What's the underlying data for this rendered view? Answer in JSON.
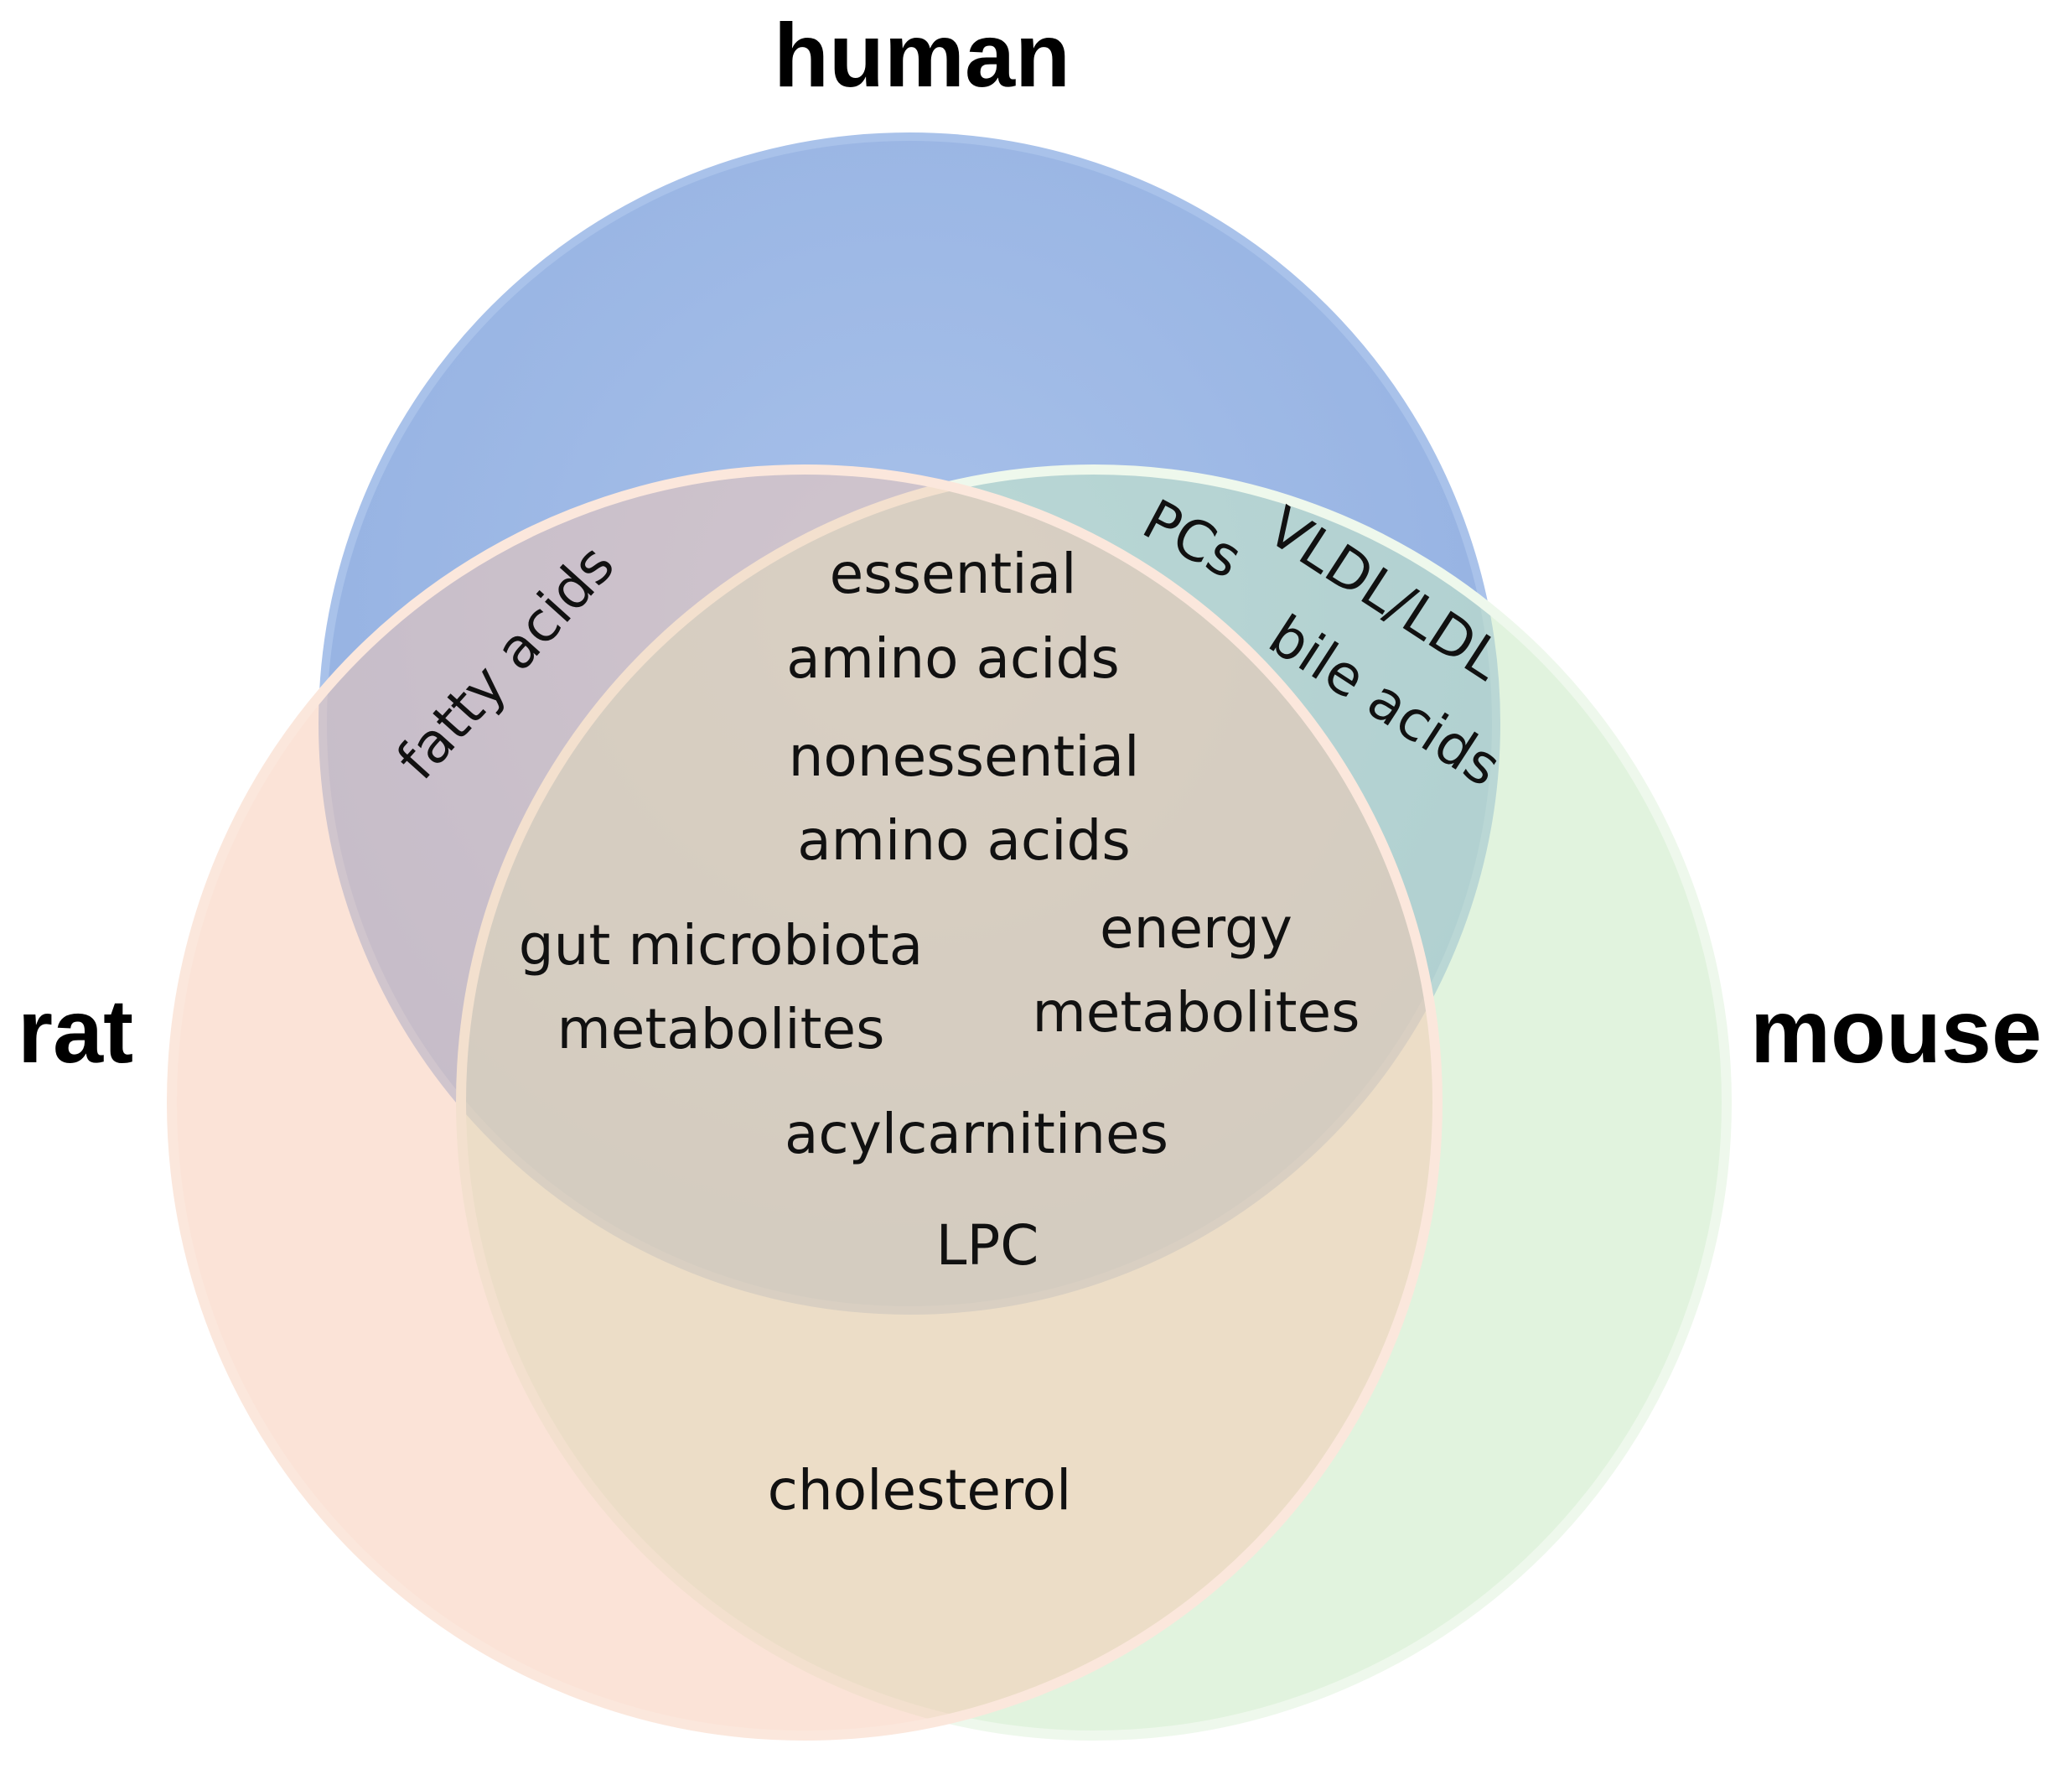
{
  "sets": {
    "human": {
      "label": "human",
      "color": "#7ea3de"
    },
    "rat": {
      "label": "rat",
      "color": "#f6c4ae"
    },
    "mouse": {
      "label": "mouse",
      "color": "#c8e9c2"
    }
  },
  "regions": {
    "human_rat": [
      "fatty acids"
    ],
    "human_mouse": [
      "PCs",
      "VLDL/LDL",
      "bile acids"
    ],
    "all_three": [
      "essential",
      "amino acids",
      "nonessential",
      "amino acids",
      "gut microbiota",
      "metabolites",
      "energy",
      "metabolites",
      "acylcarnitines",
      "LPC"
    ],
    "rat_mouse": [
      "cholesterol"
    ]
  }
}
